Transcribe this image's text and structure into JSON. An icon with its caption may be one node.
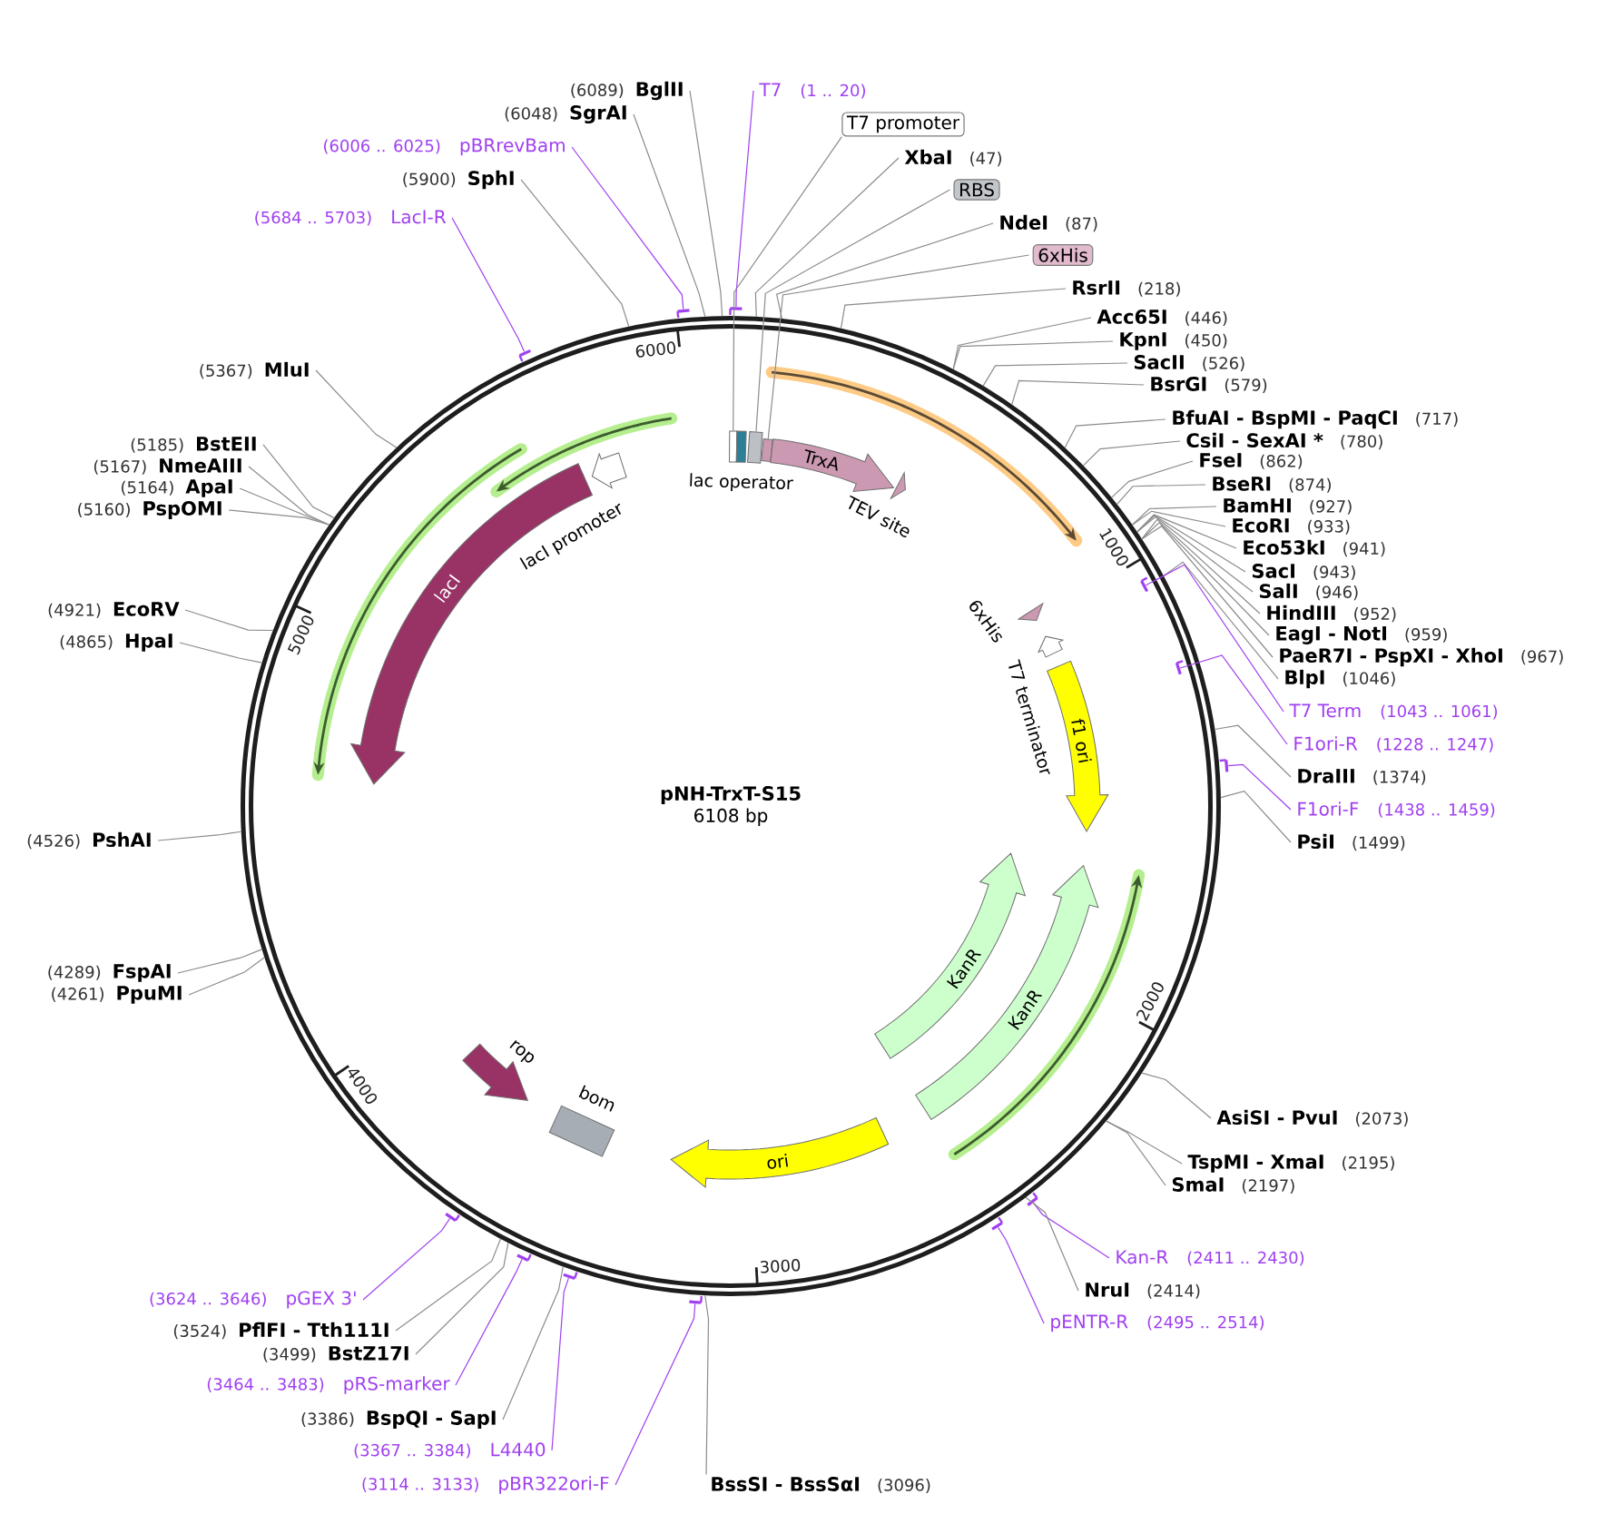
{
  "diagram": {
    "nodes": [
      {
        "text": [
          "pNH-TrxT-S15",
          "6108 bp"
        ]
      },
      {
        "text": [],
        "shape": "box",
        "in": 0
      },
      {
        "text": [],
        "shape": "box",
        "in": 0
      },
      {
        "text": [],
        "shape": "box",
        "in": 0
      },
      {
        "text": [],
        "shape": "box",
        "in": 0
      },
      {
        "text": [
          "TrxA"
        ],
        "in": 0
      },
      {
        "text": [],
        "shape": "arrow",
        "beside": [
          "TEV site"
        ],
        "in": 0
      },
      {
        "text": [],
        "shape": "arrow",
        "beside": [
          "6xHis"
        ],
        "in": 0
      },
      {
        "text": [],
        "shape": "arrow",
        "beside": [
          "T7 terminator"
        ],
        "in": 0
      },
      {
        "text": [
          "f1 ori"
        ],
        "in": 0
      },
      {
        "text": [
          "KanR"
        ],
        "in": 0
      },
      {
        "text": [
          "KanR"
        ],
        "in": 0
      },
      {
        "text": [
          "ori"
        ],
        "in": 0
      },
      {
        "text": [],
        "shape": "box",
        "beside": [
          "bom"
        ],
        "in": 0
      },
      {
        "text": [],
        "shape": "arrow",
        "beside": [
          "rop"
        ],
        "in": 0
      },
      {
        "text": [
          "lacI"
        ],
        "in": 0
      },
      {
        "text": [],
        "shape": "arrow",
        "in": 0
      },
      {
        "text": [
          "T7",
          "(1 .. 20)"
        ]
      },
      {
        "text": [],
        "shape": "bar"
      },
      {
        "text": [
          "T7 promoter"
        ]
      },
      {
        "text": [
          "XbaI",
          "(47)"
        ]
      },
      {
        "text": [
          "RBS"
        ]
      },
      {
        "text": [
          "NdeI",
          "(87)"
        ]
      },
      {
        "text": [
          "6xHis"
        ]
      },
      {
        "text": [
          "RsrII",
          "(218)"
        ]
      },
      {
        "text": [
          "Acc65I",
          "(446)"
        ]
      },
      {
        "text": [
          "KpnI",
          "(450)"
        ]
      },
      {
        "text": [
          "SacII",
          "(526)"
        ]
      },
      {
        "text": [
          "BsrGI",
          "(579)"
        ]
      },
      {
        "text": [
          "BfuAI - BspMI - PaqCI",
          "(717)"
        ]
      },
      {
        "text": [
          "CsiI - SexAI *",
          "(780)"
        ]
      },
      {
        "text": [
          "FseI",
          "(862)"
        ]
      },
      {
        "text": [
          "BseRI",
          "(874)"
        ]
      },
      {
        "text": [
          "BamHI",
          "(927)"
        ]
      },
      {
        "text": [
          "EcoRI",
          "(933)"
        ]
      },
      {
        "text": [
          "Eco53kI",
          "(941)"
        ]
      },
      {
        "text": [
          "SacI",
          "(943)"
        ]
      },
      {
        "text": [
          "SalI",
          "(946)"
        ]
      },
      {
        "text": [
          "HindIII",
          "(952)"
        ]
      },
      {
        "text": [
          "EagI - NotI",
          "(959)"
        ]
      },
      {
        "text": [
          "PaeR7I - PspXI - XhoI",
          "(967)"
        ]
      },
      {
        "text": [
          "BlpI",
          "(1046)"
        ]
      },
      {
        "text": [
          "T7 Term",
          "(1043 .. 1061)"
        ]
      },
      {
        "text": [],
        "shape": "bar",
        "in": 0
      },
      {
        "text": [
          "F1ori-R",
          "(1228 .. 1247)"
        ]
      },
      {
        "text": [],
        "shape": "bar",
        "in": 0
      },
      {
        "text": [
          "DraIII",
          "(1374)"
        ]
      },
      {
        "text": [
          "F1ori-F",
          "(1438 .. 1459)"
        ]
      },
      {
        "text": [],
        "shape": "bar"
      },
      {
        "text": [
          "PsiI",
          "(1499)"
        ]
      },
      {
        "text": [
          "AsiSI - PvuI",
          "(2073)"
        ]
      },
      {
        "text": [
          "TspMI - XmaI",
          "(2195)"
        ]
      },
      {
        "text": [
          "SmaI",
          "(2197)"
        ]
      },
      {
        "text": [
          "Kan-R",
          "(2411 .. 2430)"
        ]
      },
      {
        "text": [],
        "shape": "bar"
      },
      {
        "text": [
          "NruI",
          "(2414)"
        ]
      },
      {
        "text": [
          "pENTR-R",
          "(2495 .. 2514)"
        ]
      },
      {
        "text": [],
        "shape": "bar"
      },
      {
        "text": [
          "BssSI - BssSαI",
          "(3096)"
        ]
      },
      {
        "text": [
          "(3114 .. 3133)",
          "pBR322ori-F"
        ]
      },
      {
        "text": [],
        "shape": "bar"
      },
      {
        "text": [
          "(3367 .. 3384)",
          "L4440"
        ]
      },
      {
        "text": [],
        "shape": "bar"
      },
      {
        "text": [
          "(3386)",
          "BspQI - SapI"
        ]
      },
      {
        "text": [
          "(3464 .. 3483)",
          "pRS-marker"
        ]
      },
      {
        "text": [],
        "shape": "bar"
      },
      {
        "text": [
          "(3499)",
          "BstZ17I"
        ]
      },
      {
        "text": [
          "(3524)",
          "PflFI - Tth111I"
        ]
      },
      {
        "text": [
          "(3624 .. 3646)",
          "pGEX 3'"
        ]
      },
      {
        "text": [],
        "shape": "bar"
      },
      {
        "text": [
          "(4261)",
          "PpuMI"
        ]
      },
      {
        "text": [
          "(4289)",
          "FspAI"
        ]
      },
      {
        "text": [
          "(4526)",
          "PshAI"
        ]
      },
      {
        "text": [
          "(4865)",
          "HpaI"
        ]
      },
      {
        "text": [
          "(4921)",
          "EcoRV"
        ]
      },
      {
        "text": [
          "(5160)",
          "PspOMI"
        ]
      },
      {
        "text": [
          "(5164)",
          "ApaI"
        ]
      },
      {
        "text": [
          "(5167)",
          "NmeAIII"
        ]
      },
      {
        "text": [
          "(5185)",
          "BstEII"
        ]
      },
      {
        "text": [
          "(5367)",
          "MluI"
        ]
      },
      {
        "text": [
          "(5684 .. 5703)",
          "LacI-R"
        ]
      },
      {
        "text": [],
        "shape": "bar"
      },
      {
        "text": [
          "(5900)",
          "SphI"
        ]
      },
      {
        "text": [
          "(6006 .. 6025)",
          "pBRrevBam"
        ]
      },
      {
        "text": [],
        "shape": "bar"
      },
      {
        "text": [
          "(6048)",
          "SgrAI"
        ]
      },
      {
        "text": [
          "(6089)",
          "BglII"
        ]
      }
    ],
    "edges": [
      {
        "from": 17,
        "to": 18,
        "arrow": "none",
        "color": "#a040f0"
      },
      {
        "from": 19,
        "to": 1,
        "arrow": "none"
      },
      {
        "from": 20,
        "to": 0,
        "arrow": "none"
      },
      {
        "from": 21,
        "to": 3,
        "arrow": "none"
      },
      {
        "from": 22,
        "to": 0,
        "arrow": "none"
      },
      {
        "from": 23,
        "to": 4,
        "arrow": "none"
      },
      {
        "from": 24,
        "to": 0,
        "arrow": "none"
      },
      {
        "from": 25,
        "to": 0,
        "arrow": "none"
      },
      {
        "from": 26,
        "to": 0,
        "arrow": "none"
      },
      {
        "from": 27,
        "to": 0,
        "arrow": "none"
      },
      {
        "from": 28,
        "to": 0,
        "arrow": "none"
      },
      {
        "from": 29,
        "to": 0,
        "arrow": "none"
      },
      {
        "from": 30,
        "to": 0,
        "arrow": "none"
      },
      {
        "from": 31,
        "to": 0,
        "arrow": "none"
      },
      {
        "from": 32,
        "to": 0,
        "arrow": "none"
      },
      {
        "from": 33,
        "to": 0,
        "arrow": "none"
      },
      {
        "from": 34,
        "to": 0,
        "arrow": "none"
      },
      {
        "from": 35,
        "to": 0,
        "arrow": "none"
      },
      {
        "from": 36,
        "to": 0,
        "arrow": "none"
      },
      {
        "from": 37,
        "to": 0,
        "arrow": "none"
      },
      {
        "from": 38,
        "to": 0,
        "arrow": "none"
      },
      {
        "from": 39,
        "to": 0,
        "arrow": "none"
      },
      {
        "from": 40,
        "to": 0,
        "arrow": "none"
      },
      {
        "from": 41,
        "to": 0,
        "arrow": "none"
      },
      {
        "from": 42,
        "to": 43,
        "arrow": "none",
        "color": "#a040f0"
      },
      {
        "from": 44,
        "to": 45,
        "arrow": "none",
        "color": "#a040f0"
      },
      {
        "from": 46,
        "to": 0,
        "arrow": "none"
      },
      {
        "from": 47,
        "to": 48,
        "arrow": "none",
        "color": "#a040f0"
      },
      {
        "from": 49,
        "to": 0,
        "arrow": "none"
      },
      {
        "from": 50,
        "to": 0,
        "arrow": "none"
      },
      {
        "from": 51,
        "to": 0,
        "arrow": "none"
      },
      {
        "from": 52,
        "to": 0,
        "arrow": "none"
      },
      {
        "from": 53,
        "to": 54,
        "arrow": "none",
        "color": "#a040f0"
      },
      {
        "from": 55,
        "to": 0,
        "arrow": "none"
      },
      {
        "from": 56,
        "to": 57,
        "arrow": "none",
        "color": "#a040f0"
      },
      {
        "from": 58,
        "to": 0,
        "arrow": "none"
      },
      {
        "from": 59,
        "to": 60,
        "arrow": "none",
        "color": "#a040f0"
      },
      {
        "from": 61,
        "to": 62,
        "arrow": "none",
        "color": "#a040f0"
      },
      {
        "from": 63,
        "to": 0,
        "arrow": "none"
      },
      {
        "from": 64,
        "to": 65,
        "arrow": "none",
        "color": "#a040f0"
      },
      {
        "from": 66,
        "to": 0,
        "arrow": "none"
      },
      {
        "from": 67,
        "to": 0,
        "arrow": "none"
      },
      {
        "from": 68,
        "to": 69,
        "arrow": "none",
        "color": "#a040f0"
      },
      {
        "from": 70,
        "to": 0,
        "arrow": "none"
      },
      {
        "from": 71,
        "to": 0,
        "arrow": "none"
      },
      {
        "from": 72,
        "to": 0,
        "arrow": "none"
      },
      {
        "from": 73,
        "to": 0,
        "arrow": "none"
      },
      {
        "from": 74,
        "to": 0,
        "arrow": "none"
      },
      {
        "from": 75,
        "to": 0,
        "arrow": "none"
      },
      {
        "from": 76,
        "to": 0,
        "arrow": "none"
      },
      {
        "from": 77,
        "to": 0,
        "arrow": "none"
      },
      {
        "from": 78,
        "to": 0,
        "arrow": "none"
      },
      {
        "from": 79,
        "to": 0,
        "arrow": "none"
      },
      {
        "from": 80,
        "to": 81,
        "arrow": "none",
        "color": "#a040f0"
      },
      {
        "from": 82,
        "to": 0,
        "arrow": "none"
      },
      {
        "from": 83,
        "to": 84,
        "arrow": "none",
        "color": "#a040f0"
      },
      {
        "from": 85,
        "to": 0,
        "arrow": "none"
      },
      {
        "from": 86,
        "to": 0,
        "arrow": "none"
      }
    ],
    "labels": [
      "6000",
      "lac operator",
      "lacI promoter",
      "1000",
      "5000",
      "2000",
      "4000",
      "3000"
    ]
  }
}
